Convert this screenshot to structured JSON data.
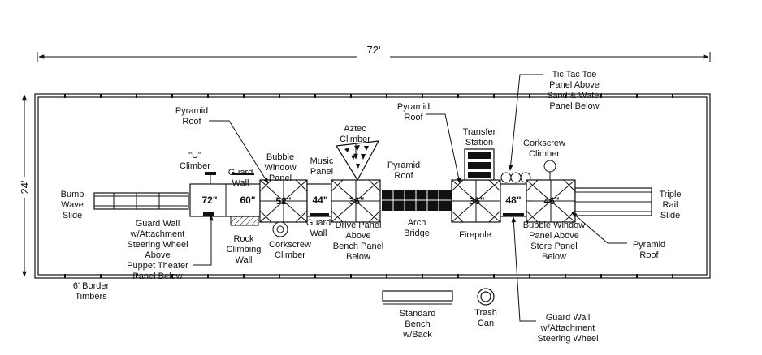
{
  "dimensions": {
    "length": "72'",
    "width": "24'"
  },
  "decks": {
    "d72": "72\"",
    "d60": "60\"",
    "d52": "52\"",
    "d44": "44\"",
    "d36a": "36\"",
    "d36b": "36\"",
    "d48": "48\"",
    "d46": "46\""
  },
  "labels": {
    "pyramid_roof_1": [
      "Pyramid",
      "Roof"
    ],
    "u_climber": [
      "\"U\"",
      "Climber"
    ],
    "guard_wall_top": [
      "Guard",
      "Wall"
    ],
    "bubble_window_panel": [
      "Bubble",
      "Window",
      "Panel"
    ],
    "music_panel": [
      "Music",
      "Panel"
    ],
    "aztec_climber": [
      "Aztec",
      "Climber"
    ],
    "pyramid_roof_2": [
      "Pyramid",
      "Roof"
    ],
    "pyramid_roof_3": [
      "Pyramid",
      "Roof"
    ],
    "transfer_station": [
      "Transfer",
      "Station"
    ],
    "corkscrew_climber_top": [
      "Corkscrew",
      "Climber"
    ],
    "tic_tac_toe": [
      "Tic Tac Toe",
      "Panel Above",
      "Sand & Water",
      "Panel Below"
    ],
    "bump_wave_slide": [
      "Bump",
      "Wave",
      "Slide"
    ],
    "triple_rail_slide": [
      "Triple",
      "Rail",
      "Slide"
    ],
    "guard_wall_left": [
      "Guard Wall",
      "w/Attachment",
      "Steering Wheel",
      "Above",
      "Puppet Theater",
      "Panel Below"
    ],
    "rock_climbing_wall": [
      "Rock",
      "Climbing",
      "Wall"
    ],
    "corkscrew_climber_bottom": [
      "Corkscrew",
      "Climber"
    ],
    "guard_wall_mid": [
      "Guard",
      "Wall"
    ],
    "drive_panel": [
      "Drive Panel",
      "Above",
      "Bench Panel",
      "Below"
    ],
    "arch_bridge": [
      "Arch",
      "Bridge"
    ],
    "firepole": [
      "Firepole"
    ],
    "bubble_window_store": [
      "Bubble Window",
      "Panel Above",
      "Store Panel",
      "Below"
    ],
    "pyramid_roof_right": [
      "Pyramid",
      "Roof"
    ],
    "border_timbers": [
      "6' Border",
      "Timbers"
    ],
    "standard_bench": [
      "Standard",
      "Bench",
      "w/Back"
    ],
    "trash_can": [
      "Trash",
      "Can"
    ],
    "guard_wall_bottom": [
      "Guard Wall",
      "w/Attachment",
      "Steering Wheel"
    ]
  }
}
